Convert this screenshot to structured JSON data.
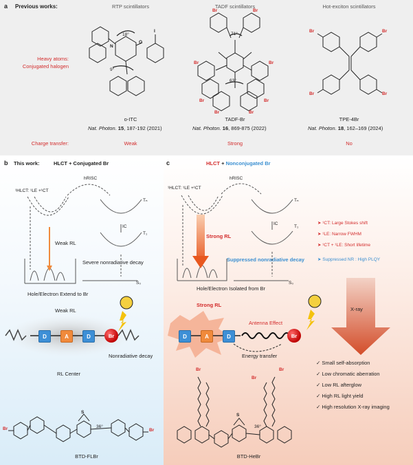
{
  "panel_a": {
    "letter": "a",
    "title": "Previous works:",
    "columns": [
      {
        "header": "RTP scintillators",
        "name": "o-ITC",
        "journal": "Nat. Photon.",
        "volume": "15",
        "pages": ", 187-192 (2021)",
        "charge_transfer": "Weak",
        "angles": [
          "18°",
          "9°"
        ]
      },
      {
        "header": "TADF scintillators",
        "name": "TADF-Br",
        "journal": "Nat. Photon.",
        "volume": "16",
        "pages": ", 869-875 (2022)",
        "charge_transfer": "Strong",
        "angles": [
          "71°",
          "63°"
        ]
      },
      {
        "header": "Hot-exciton scintillators",
        "name": "TPE-4Br",
        "journal": "Nat. Photon.",
        "volume": "18",
        "pages": ", 162–169 (2024)",
        "charge_transfer": "No",
        "angles": []
      }
    ],
    "row_labels": {
      "heavy_atoms": "Heavy atoms:",
      "conjugated_halogen": "Conjugated halogen",
      "charge_transfer": "Charge transfer:"
    },
    "atoms": {
      "br": "Br",
      "n": "N",
      "o": "O",
      "i": "I",
      "s": "S"
    }
  },
  "panel_b": {
    "letter": "b",
    "work_label": "This work:",
    "subtitle": "HLCT + Conjugated Br",
    "hlct_label": "¹HLCT: ¹LE +¹CT",
    "hrisc": "hRISC",
    "tn": "Tₙ",
    "t1": "T₁",
    "ic": "IC",
    "s0": "S₀",
    "weak_rl": "Weak RL",
    "severe": "Severe nonradiative decay",
    "hole_electron": "Hole/Electron Extend to Br",
    "weak_rl_2": "Weak RL",
    "nonrad": "Nonradiative decay",
    "rl_center": "RL Center",
    "molecule": "BTD-FLBr",
    "angle": "36°"
  },
  "panel_c": {
    "letter": "c",
    "title_hlct": "HLCT",
    "title_plus": " + ",
    "title_nonconj": "Nonconjugated Br",
    "hlct_label": "¹HLCT: ¹LE +¹CT",
    "hrisc": "hRISC",
    "tn": "Tₙ",
    "t1": "T₁",
    "ic": "IC",
    "s0": "S₀",
    "strong_rl": "Strong RL",
    "suppressed": "Suppressed nonradiative decay",
    "hole_electron": "Hole/Electron Isolated from Br",
    "strong_rl_2": "Strong RL",
    "antenna": "Antenna Effect",
    "energy_transfer": "Energy transfer",
    "molecule": "BTD-HeBr",
    "angle": "36°",
    "xray": "X-ray",
    "features": [
      {
        "text": "¹CT: Large Stokes shift",
        "color": "red"
      },
      {
        "text": "¹LE: Narrow FWHM",
        "color": "red"
      },
      {
        "text": "¹CT + ¹LE: Short lifetime",
        "color": "red"
      },
      {
        "text": "Suppressed NR : High PLQY",
        "color": "blue"
      }
    ],
    "checks": [
      "Small self-absorption",
      "Low chromatic aberration",
      "Low RL afterglow",
      "High RL light yield",
      "High resolution X-ray imaging"
    ]
  },
  "chain_letters": {
    "d": "D",
    "a": "A",
    "br": "Br"
  },
  "colors": {
    "red": "#d32c2c",
    "blue": "#3a8fd1",
    "donor": "#3d8fd6",
    "acceptor": "#f08a3c",
    "rl_arrow": "#f08a3c"
  }
}
